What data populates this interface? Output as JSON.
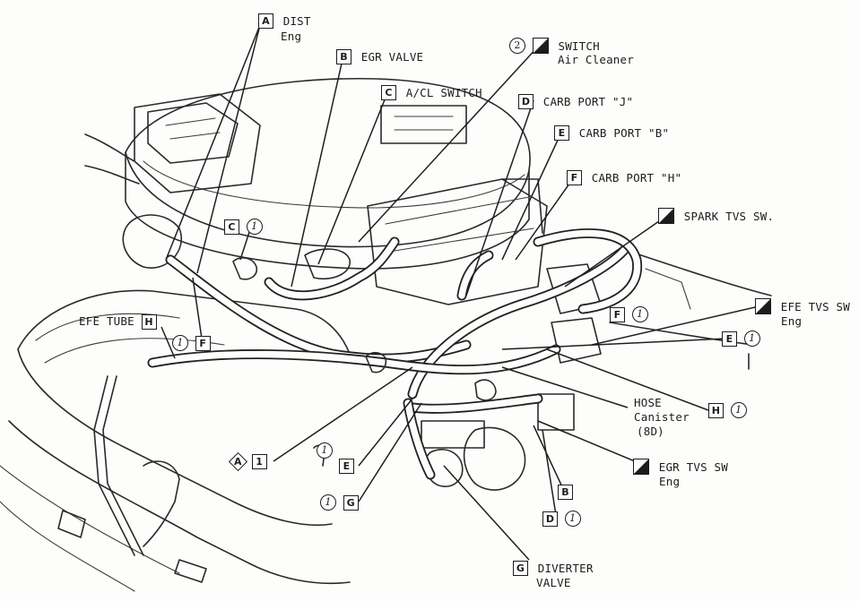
{
  "callouts": {
    "a_dist": {
      "code": "A",
      "text": "DIST",
      "sub": "Eng"
    },
    "b_egr": {
      "code": "B",
      "text": "EGR VALVE"
    },
    "c_acl": {
      "code": "C",
      "text": "A/CL SWITCH"
    },
    "switch_air": {
      "num": "2",
      "text": "SWITCH",
      "sub": "Air Cleaner"
    },
    "d_carb_j": {
      "code": "D",
      "text": "CARB PORT \"J\""
    },
    "e_carb_b": {
      "code": "E",
      "text": "CARB PORT \"B\""
    },
    "f_carb_h": {
      "code": "F",
      "text": "CARB PORT \"H\""
    },
    "spark_tvs": {
      "text": "SPARK TVS SW."
    },
    "efe_tvs": {
      "text": "EFE TVS SW",
      "sub": "Eng"
    },
    "hose_canister": {
      "text": "HOSE",
      "sub": "Canister",
      "sub2": "(8D)"
    },
    "egr_tvs": {
      "text": "EGR TVS SW",
      "sub": "Eng"
    },
    "efe_tube": {
      "text": "EFE TUBE",
      "code": "H"
    },
    "g_diverter": {
      "code": "G",
      "text": "DIVERTER",
      "sub": "VALVE"
    }
  },
  "tags": {
    "c1": {
      "code": "C",
      "num": "1"
    },
    "f1": {
      "num": "1",
      "code": "F"
    },
    "f1b": {
      "code": "F",
      "num": "1"
    },
    "e1": {
      "code": "E",
      "num": "1"
    },
    "h1": {
      "code": "H",
      "num": "1"
    },
    "a1": {
      "code": "A",
      "num": "1"
    },
    "e_low": {
      "code": "E",
      "num": "1"
    },
    "g1": {
      "num": "1",
      "code": "G"
    },
    "b_low": {
      "code": "B"
    },
    "d1": {
      "code": "D",
      "num": "1"
    }
  }
}
